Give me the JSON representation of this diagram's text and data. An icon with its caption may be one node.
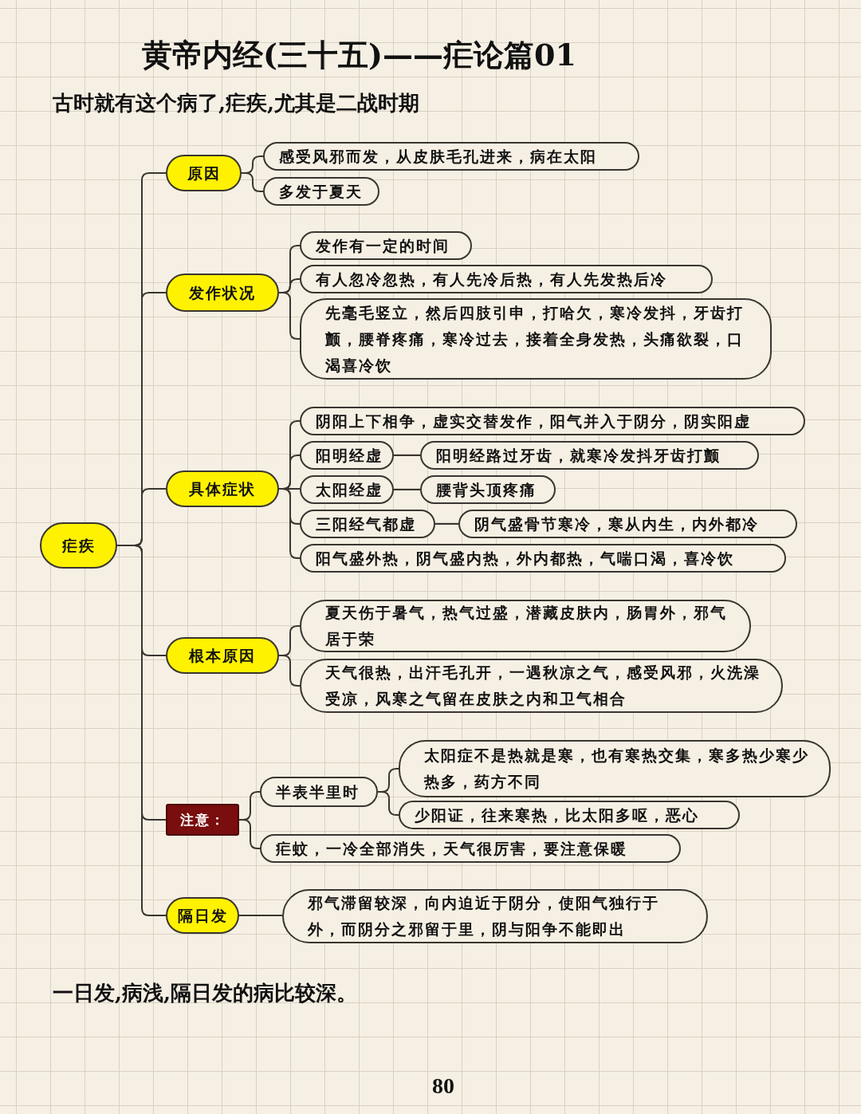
{
  "diagram": {
    "title": "黄帝内经(三十五)——疟论篇01",
    "nodes": [
      {
        "text": [
          "疟疾"
        ]
      },
      {
        "text": [
          "原因"
        ]
      },
      {
        "text": [
          "感受风邪而发，从皮肤毛孔进来，病在太阳"
        ]
      },
      {
        "text": [
          "多发于夏天"
        ]
      },
      {
        "text": [
          "发作状况"
        ]
      },
      {
        "text": [
          "发作有一定的时间"
        ]
      },
      {
        "text": [
          "有人忽冷忽热，有人先冷后热，有人先发热后冷"
        ]
      },
      {
        "text": [
          "先毫毛竖立，然后四肢引申，打哈欠，寒冷发抖，牙齿打颤，腰脊疼痛，寒冷过去，接着全身发热，头痛欲裂，口渴喜冷饮"
        ]
      },
      {
        "text": [
          "具体症状"
        ]
      },
      {
        "text": [
          "阴阳上下相争，虚实交替发作，阳气并入于阴分，阴实阳虚"
        ]
      },
      {
        "text": [
          "阳明经虚"
        ]
      },
      {
        "text": [
          "阳明经路过牙齿，就寒冷发抖牙齿打颤"
        ]
      },
      {
        "text": [
          "太阳经虚"
        ]
      },
      {
        "text": [
          "腰背头顶疼痛"
        ]
      },
      {
        "text": [
          "三阳经气都虚"
        ]
      },
      {
        "text": [
          "阴气盛骨节寒冷，寒从内生，内外都冷"
        ]
      },
      {
        "text": [
          "阳气盛外热，阴气盛内热，外内都热，气喘口渴，喜冷饮"
        ]
      },
      {
        "text": [
          "根本原因"
        ]
      },
      {
        "text": [
          "夏天伤于暑气，热气过盛，潜藏皮肤内，肠胃外，邪气居于荣"
        ]
      },
      {
        "text": [
          "天气很热，出汗毛孔开，一遇秋凉之气，感受风邪，火洗澡受凉，风寒之气留在皮肤之内和卫气相合"
        ]
      },
      {
        "text": [
          "注意："
        ]
      },
      {
        "text": [
          "半表半里时"
        ]
      },
      {
        "text": [
          "太阳症不是热就是寒，也有寒热交集，寒多热少寒少热多，药方不同"
        ]
      },
      {
        "text": [
          "少阳证，往来寒热，比太阳多呕，恶心"
        ]
      },
      {
        "text": [
          "疟蚊，一冷全部消失，天气很厉害，要注意保暖"
        ]
      },
      {
        "text": [
          "隔日发"
        ]
      },
      {
        "text": [
          "邪气滞留较深，向内迫近于阴分，使阳气独行于外，而阴分之邪留于里，阴与阳争不能即出"
        ]
      }
    ],
    "edges": [
      {
        "from": 0,
        "to": 1,
        "arrow": "none"
      },
      {
        "from": 0,
        "to": 4,
        "arrow": "none"
      },
      {
        "from": 0,
        "to": 8,
        "arrow": "none"
      },
      {
        "from": 0,
        "to": 17,
        "arrow": "none"
      },
      {
        "from": 0,
        "to": 20,
        "arrow": "none"
      },
      {
        "from": 0,
        "to": 25,
        "arrow": "none"
      },
      {
        "from": 1,
        "to": 2,
        "arrow": "none"
      },
      {
        "from": 1,
        "to": 3,
        "arrow": "none"
      },
      {
        "from": 4,
        "to": 5,
        "arrow": "none"
      },
      {
        "from": 4,
        "to": 6,
        "arrow": "none"
      },
      {
        "from": 4,
        "to": 7,
        "arrow": "none"
      },
      {
        "from": 8,
        "to": 9,
        "arrow": "none"
      },
      {
        "from": 8,
        "to": 10,
        "arrow": "none"
      },
      {
        "from": 8,
        "to": 12,
        "arrow": "none"
      },
      {
        "from": 8,
        "to": 14,
        "arrow": "none"
      },
      {
        "from": 8,
        "to": 16,
        "arrow": "none"
      },
      {
        "from": 10,
        "to": 11,
        "arrow": "none"
      },
      {
        "from": 12,
        "to": 13,
        "arrow": "none"
      },
      {
        "from": 14,
        "to": 15,
        "arrow": "none"
      },
      {
        "from": 17,
        "to": 18,
        "arrow": "none"
      },
      {
        "from": 17,
        "to": 19,
        "arrow": "none"
      },
      {
        "from": 20,
        "to": 21,
        "arrow": "none"
      },
      {
        "from": 20,
        "to": 24,
        "arrow": "none"
      },
      {
        "from": 21,
        "to": 22,
        "arrow": "none"
      },
      {
        "from": 21,
        "to": 23,
        "arrow": "none"
      },
      {
        "from": 25,
        "to": 26,
        "arrow": "none"
      }
    ],
    "labels": [
      "古时就有这个病了,疟疾,尤其是二战时期",
      "一日发,病浅,隔日发的病比较深。",
      "80"
    ]
  }
}
